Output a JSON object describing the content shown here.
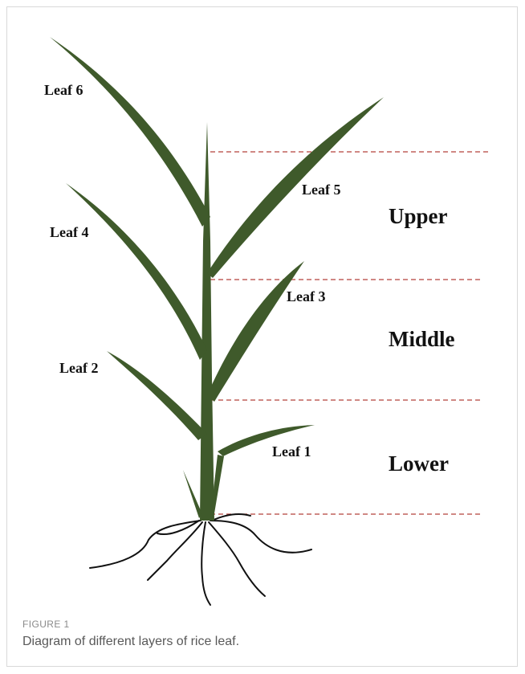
{
  "figure": {
    "label": "FIGURE 1",
    "caption": "Diagram of different layers of rice leaf."
  },
  "leaves": {
    "leaf1": "Leaf 1",
    "leaf2": "Leaf 2",
    "leaf3": "Leaf 3",
    "leaf4": "Leaf 4",
    "leaf5": "Leaf 5",
    "leaf6": "Leaf 6"
  },
  "layers": {
    "upper": "Upper",
    "middle": "Middle",
    "lower": "Lower"
  },
  "colors": {
    "plant": "#3f5a2b",
    "boundary_line": "#b5403a",
    "roots": "#111111"
  }
}
